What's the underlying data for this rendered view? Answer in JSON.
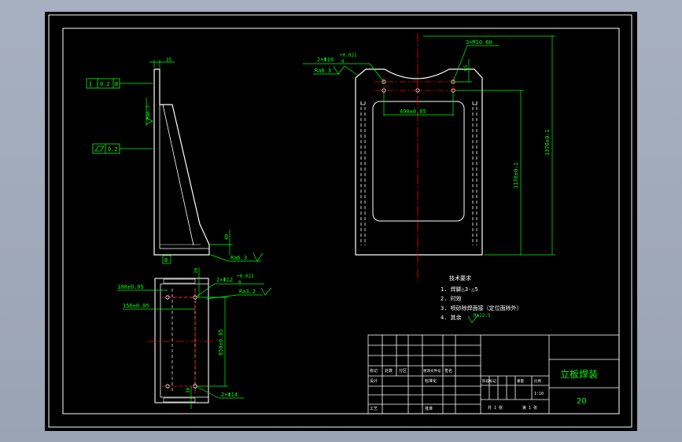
{
  "colors": {
    "background": "#000000",
    "frame": "#ffffff",
    "dimension": "#00ff00",
    "centerline": "#ff0000",
    "outline": "#ffffff",
    "title_text": "#00ff00"
  },
  "side_view": {
    "top_dim": "35",
    "flatness_value": "0.2",
    "tolerance_value": "0.2",
    "parallel_symbol": "∥",
    "parallel_ref": "B",
    "surface_top": "Ra6.3",
    "bottom_dim": "40",
    "surface_bottom": "Ra6.3",
    "datum": "B"
  },
  "front_view": {
    "hole_callout": "3×M10-6H",
    "pin_callout": "2×Φ10",
    "pin_tol_upper": "+0.021",
    "pin_tol_lower": "0",
    "surface": "Ra6.3",
    "right_dim": "65",
    "center_dim": "490±0.05",
    "height_inner": "1170±0.1",
    "height_outer": "1370±0.1"
  },
  "bottom_view": {
    "pin_callout": "2×Φ12",
    "pin_tol_upper": "+0.021",
    "pin_tol_lower": "0",
    "surface": "Ra3.2",
    "dim_100": "100±0.05",
    "dim_156": "156±0.05",
    "dim_vertical": "850±0.05",
    "dim_30_top": "30",
    "dim_30_bottom": "30",
    "hole_callout": "2×Φ14"
  },
  "notes": {
    "title": "技术要求",
    "items": [
      "1. 焊脚△3-△5",
      "2. 时效",
      "3. 喷砂除焊面接（定位面除外）",
      "4. 其余"
    ],
    "surface_rest": "Ra12.5"
  },
  "title_block": {
    "part_name": "立板焊装",
    "number": "20",
    "row_labels": [
      "标记",
      "处数",
      "分区",
      "更改文件号",
      "签名"
    ],
    "designer_label": "设计",
    "std_label": "标准化",
    "process_label": "工艺",
    "approve_label": "批准",
    "stage_labels": [
      "阶段标记",
      "重量",
      "比例"
    ],
    "scale": "1:10",
    "sheet_total": "共 1 张",
    "sheet_no": "第 1 张"
  }
}
